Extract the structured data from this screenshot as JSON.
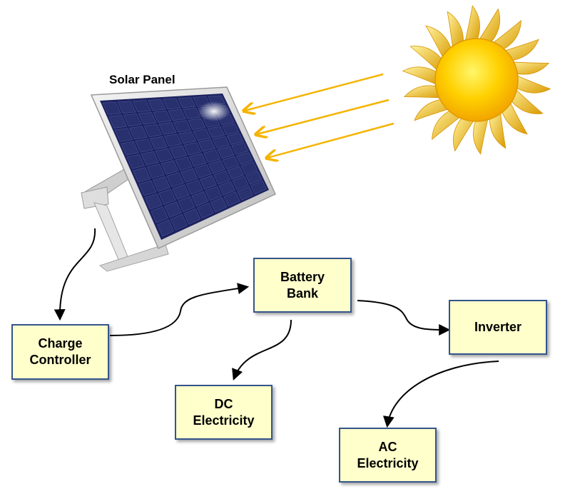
{
  "title": "Solar Panel",
  "nodes": {
    "charge_controller": "Charge\nController",
    "battery_bank": "Battery\nBank",
    "inverter": "Inverter",
    "dc_electricity": "DC\nElectricity",
    "ac_electricity": "AC\nElectricity"
  },
  "colors": {
    "box_fill": "#ffffcc",
    "box_border": "#34558b",
    "sun_ray": "#f5b400",
    "panel_cell": "#2a3270",
    "panel_frame": "#d9d9d9"
  },
  "icons": [
    "sun-icon",
    "solar-panel-icon"
  ]
}
